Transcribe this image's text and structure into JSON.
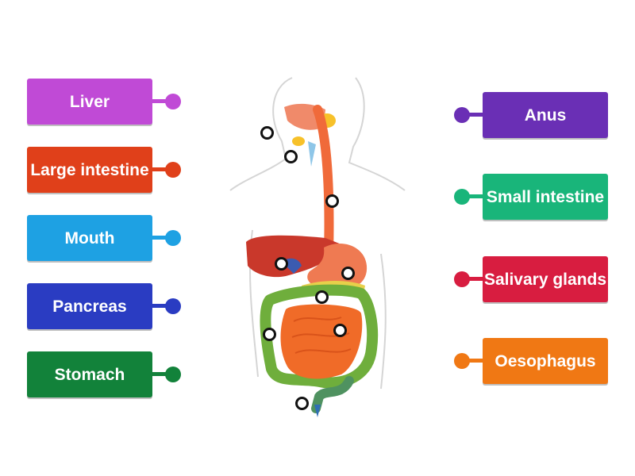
{
  "left_labels": [
    {
      "text": "Liver",
      "color": "#c04ad6"
    },
    {
      "text": "Large intestine",
      "color": "#e0401a"
    },
    {
      "text": "Mouth",
      "color": "#1ea1e3"
    },
    {
      "text": "Pancreas",
      "color": "#2a3cc2"
    },
    {
      "text": "Stomach",
      "color": "#12823a"
    }
  ],
  "right_labels": [
    {
      "text": "Anus",
      "color": "#6a2fb5"
    },
    {
      "text": "Small intestine",
      "color": "#19b57a"
    },
    {
      "text": "Salivary glands",
      "color": "#d81d40"
    },
    {
      "text": "Oesophagus",
      "color": "#f07814"
    }
  ],
  "diagram": {
    "icon": "digestive-system-illustration",
    "hotspot_count": 9
  }
}
